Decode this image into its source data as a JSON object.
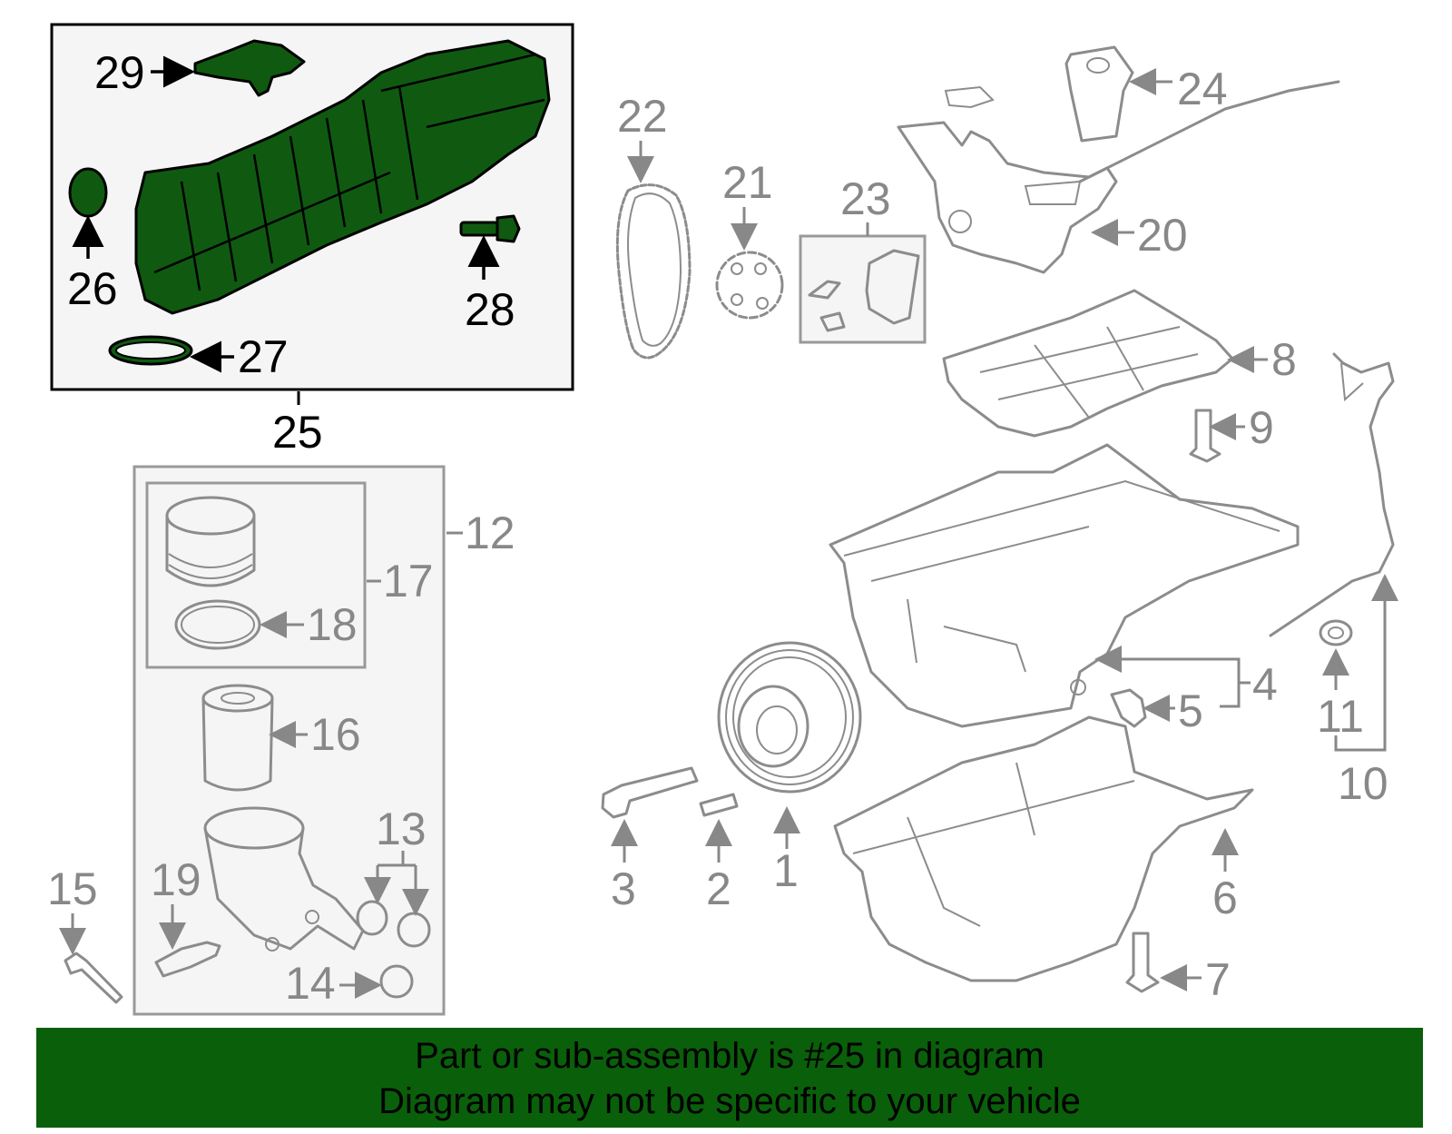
{
  "callouts": {
    "n1": "1",
    "n2": "2",
    "n3": "3",
    "n4": "4",
    "n5": "5",
    "n6": "6",
    "n7": "7",
    "n8": "8",
    "n9": "9",
    "n10": "10",
    "n11": "11",
    "n12": "12",
    "n13": "13",
    "n14": "14",
    "n15": "15",
    "n16": "16",
    "n17": "17",
    "n18": "18",
    "n19": "19",
    "n20": "20",
    "n21": "21",
    "n22": "22",
    "n23": "23",
    "n24": "24",
    "n25": "25",
    "n26": "26",
    "n27": "27",
    "n28": "28",
    "n29": "29"
  },
  "banner": {
    "line1": "Part or sub-assembly is #25 in diagram",
    "line2": "Diagram may not be specific to your vehicle"
  },
  "colors": {
    "highlight": "#0f5a10",
    "banner_bg": "#0a5f0a",
    "part_stroke": "#8c8c8c"
  }
}
